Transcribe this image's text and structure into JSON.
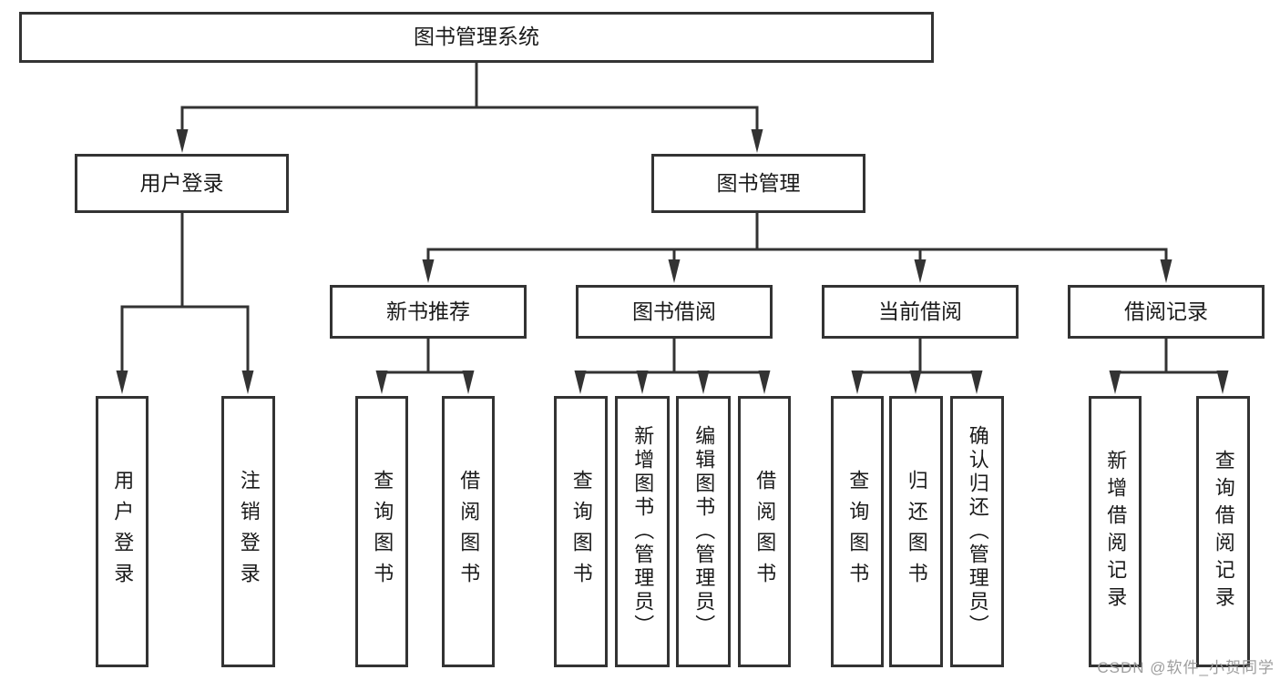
{
  "diagram": {
    "title": "图书管理系统",
    "nodes": {
      "root": "图书管理系统",
      "level2": [
        "用户登录",
        "图书管理"
      ],
      "level3": [
        "新书推荐",
        "图书借阅",
        "当前借阅",
        "借阅记录"
      ],
      "leaves": [
        "用户登录",
        "注销登录",
        "查询图书",
        "借阅图书",
        "查询图书",
        "新增图书（管理员）",
        "编辑图书（管理员）",
        "借阅图书",
        "查询图书",
        "归还图书",
        "确认归还（管理员）",
        "新增借阅记录",
        "查询借阅记录"
      ]
    },
    "colors": {
      "line": "#333333",
      "box_border": "#333333",
      "box_fill": "#ffffff",
      "text": "#1a1a1a",
      "watermark": "#9e9e9e"
    }
  },
  "watermark": "CSDN @软件_小贺同学"
}
